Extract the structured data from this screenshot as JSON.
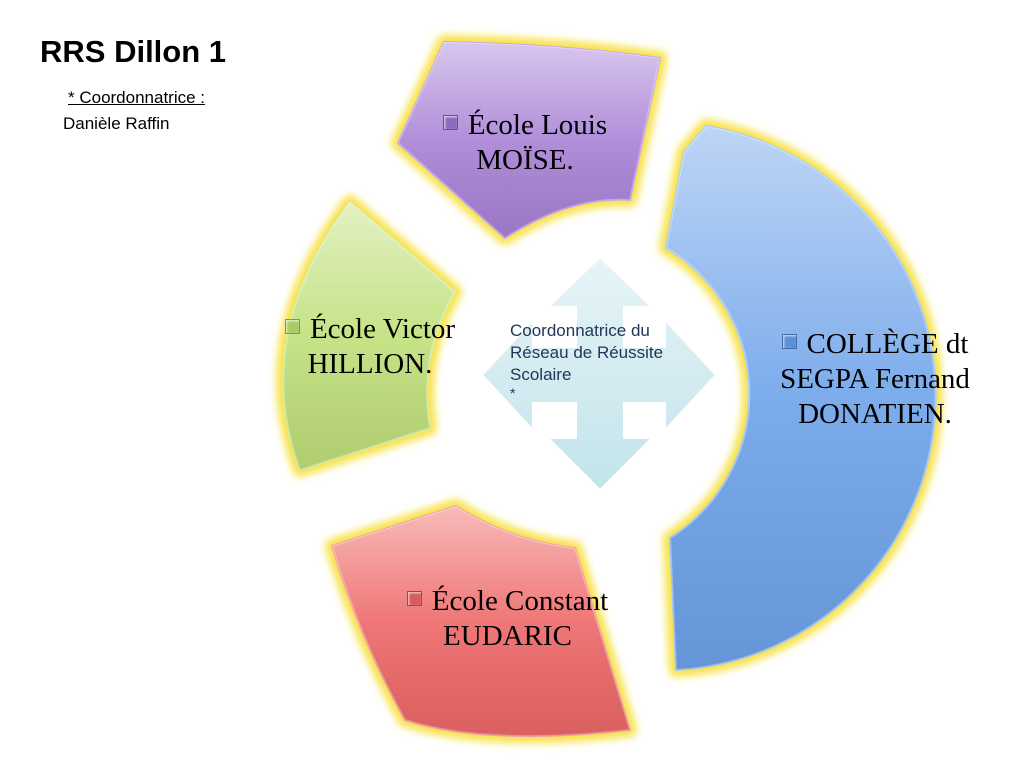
{
  "title": "RRS Dillon 1",
  "coordinator": {
    "heading": "* Coordonnatrice",
    "suffix": " :",
    "name": "Danièle Raffin"
  },
  "center": {
    "text": "Coordonnatrice du Réseau de Réussite Scolaire",
    "star": "*"
  },
  "segments": {
    "louis": {
      "text": "École Louis MOÏSE.",
      "color": "#a882d6",
      "bullet": "#8c6abf"
    },
    "college": {
      "text": "COLLÈGE dt SEGPA Fernand DONATIEN.",
      "color": "#6ea3ea",
      "bullet": "#5c8fd6"
    },
    "eudaric": {
      "text": "École Constant EUDARIC",
      "color": "#ee6868",
      "bullet": "#d95c5c"
    },
    "victor": {
      "text": "École Victor HILLION.",
      "color": "#bfe07a",
      "bullet": "#a8cc66"
    }
  },
  "colors": {
    "glow": "#f7e24a",
    "center_arrows": "#bfe3ea"
  }
}
